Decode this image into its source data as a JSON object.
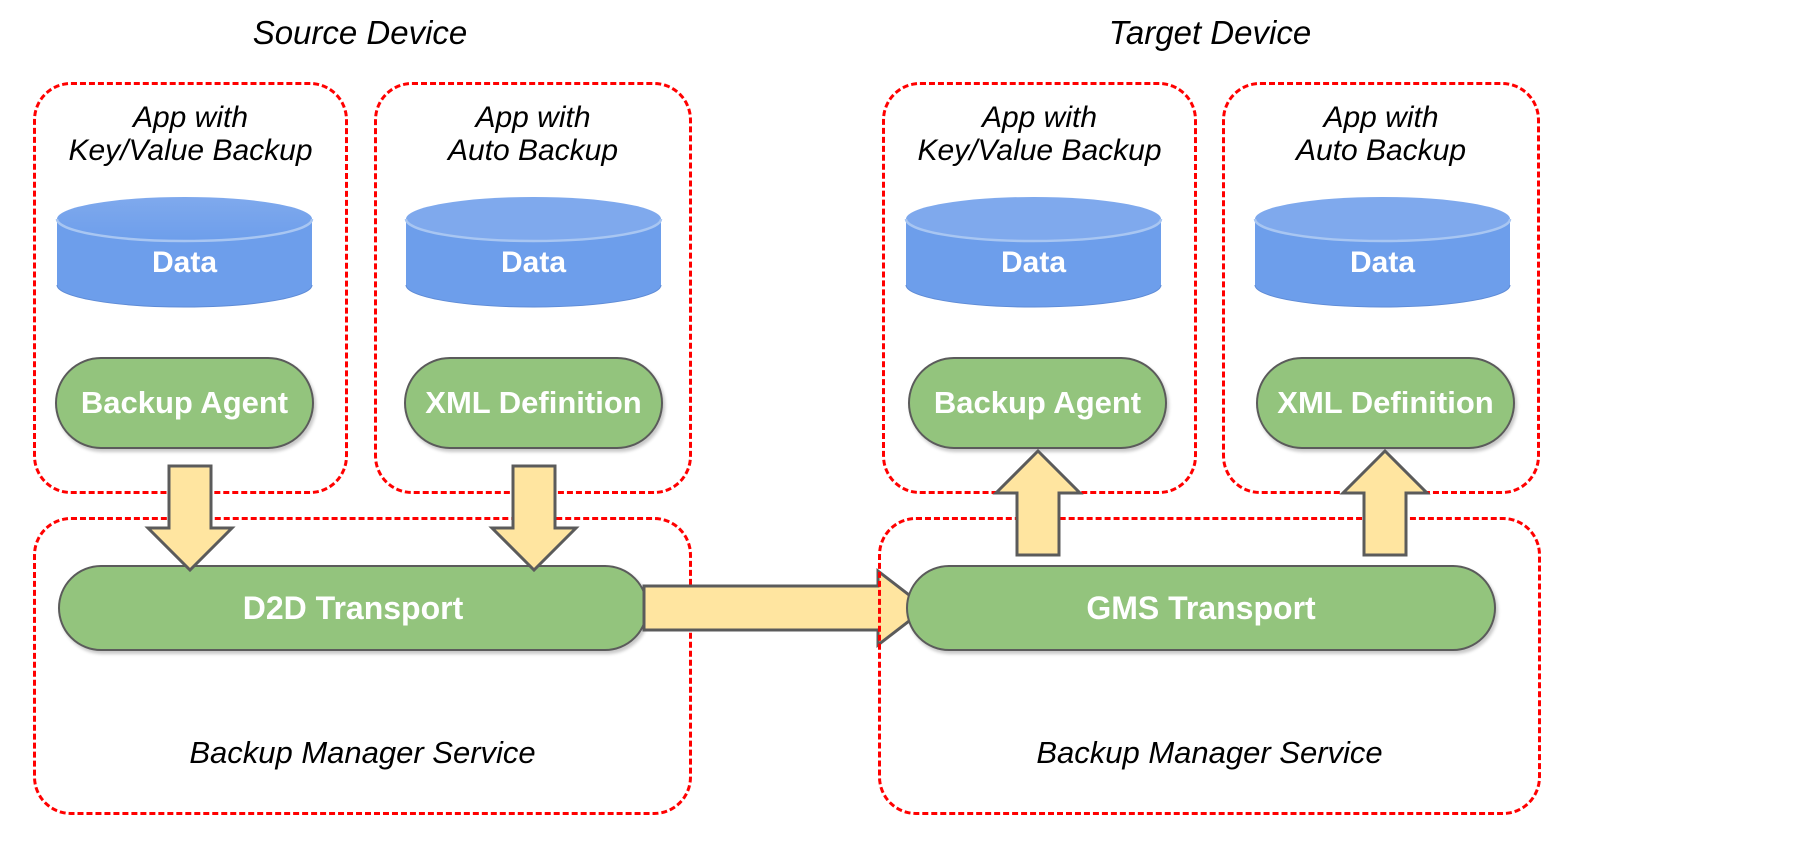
{
  "diagram": {
    "title_left": "Source Device",
    "title_right": "Target Device",
    "colors": {
      "dash_border": "#ff0000",
      "cylinder_fill": "#6d9eeb",
      "pill_fill": "#93c47d",
      "pill_stroke": "#5b5b5b",
      "arrow_fill": "#ffe5a0",
      "arrow_stroke": "#5b5b5b",
      "text_on_shape": "#ffffff",
      "text_plain": "#000000",
      "background": "#ffffff"
    },
    "devices": [
      {
        "name": "Source Device",
        "apps": [
          {
            "title_line1": "App with",
            "title_line2": "Key/Value Backup",
            "data_label": "Data",
            "component_label": "Backup Agent"
          },
          {
            "title_line1": "App with",
            "title_line2": "Auto Backup",
            "data_label": "Data",
            "component_label": "XML Definition"
          }
        ],
        "service": {
          "transport_label": "D2D Transport",
          "service_label": "Backup Manager Service"
        }
      },
      {
        "name": "Target Device",
        "apps": [
          {
            "title_line1": "App with",
            "title_line2": "Key/Value Backup",
            "data_label": "Data",
            "component_label": "Backup Agent"
          },
          {
            "title_line1": "App with",
            "title_line2": "Auto Backup",
            "data_label": "Data",
            "component_label": "XML Definition"
          }
        ],
        "service": {
          "transport_label": "GMS Transport",
          "service_label": "Backup Manager Service"
        }
      }
    ],
    "arrows": [
      {
        "id": "src-kv-down",
        "direction": "down",
        "from": "Backup Agent",
        "to": "D2D Transport"
      },
      {
        "id": "src-auto-down",
        "direction": "down",
        "from": "XML Definition",
        "to": "D2D Transport"
      },
      {
        "id": "transport",
        "direction": "right",
        "from": "D2D Transport",
        "to": "GMS Transport"
      },
      {
        "id": "tgt-kv-up",
        "direction": "up",
        "from": "GMS Transport",
        "to": "Backup Agent"
      },
      {
        "id": "tgt-auto-up",
        "direction": "up",
        "from": "GMS Transport",
        "to": "XML Definition"
      }
    ]
  }
}
